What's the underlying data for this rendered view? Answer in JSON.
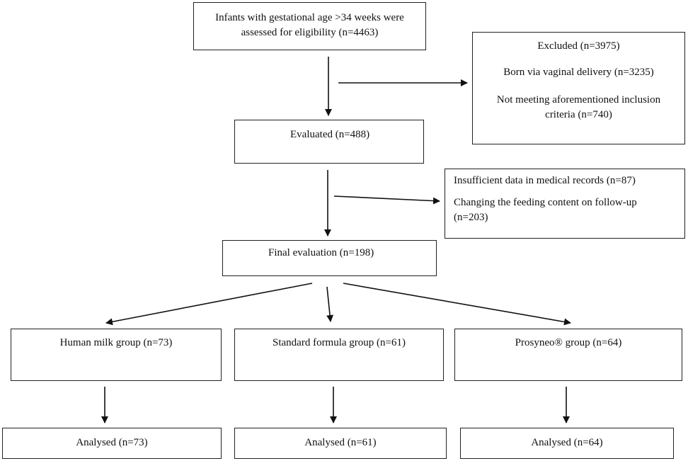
{
  "boxes": {
    "assessed": [
      "Infants with gestational age >34 weeks were",
      "assessed for eligibility (n=4463)"
    ],
    "excluded": {
      "title": "Excluded (n=3975)",
      "line1": "Born via vaginal delivery (n=3235)",
      "line2a": "Not meeting aforementioned inclusion",
      "line2b": "criteria (n=740)"
    },
    "evaluated": "Evaluated (n=488)",
    "removed": {
      "line1": "Insufficient data in medical records (n=87)",
      "line2a": "Changing the feeding content on follow-up",
      "line2b": "(n=203)"
    },
    "final": "Final evaluation (n=198)",
    "groups": {
      "human_milk": "Human milk group (n=73)",
      "standard_formula": "Standard formula group (n=61)",
      "prosyneo": "Prosyneo® group (n=64)"
    },
    "analysed": {
      "human_milk": "Analysed (n=73)",
      "standard_formula": "Analysed (n=61)",
      "prosyneo": "Analysed (n=64)"
    }
  },
  "colors": {
    "line": "#111111",
    "border": "#222222",
    "background": "#ffffff"
  }
}
